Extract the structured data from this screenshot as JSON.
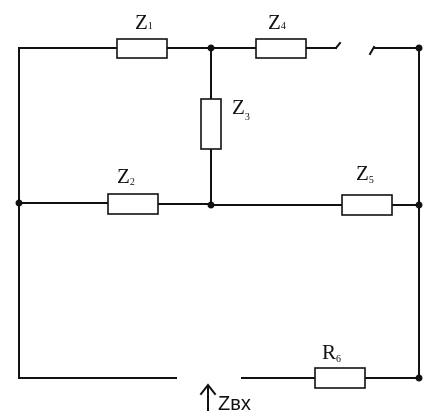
{
  "circuit": {
    "z1": {
      "letter": "Z",
      "index": "1"
    },
    "z2": {
      "letter": "Z",
      "index": "2"
    },
    "z3": {
      "letter": "Z",
      "index": "3"
    },
    "z4": {
      "letter": "Z",
      "index": "4"
    },
    "z5": {
      "letter": "Z",
      "index": "5"
    },
    "r6": {
      "letter": "R",
      "index": "6"
    },
    "input_label": "Zвх"
  }
}
